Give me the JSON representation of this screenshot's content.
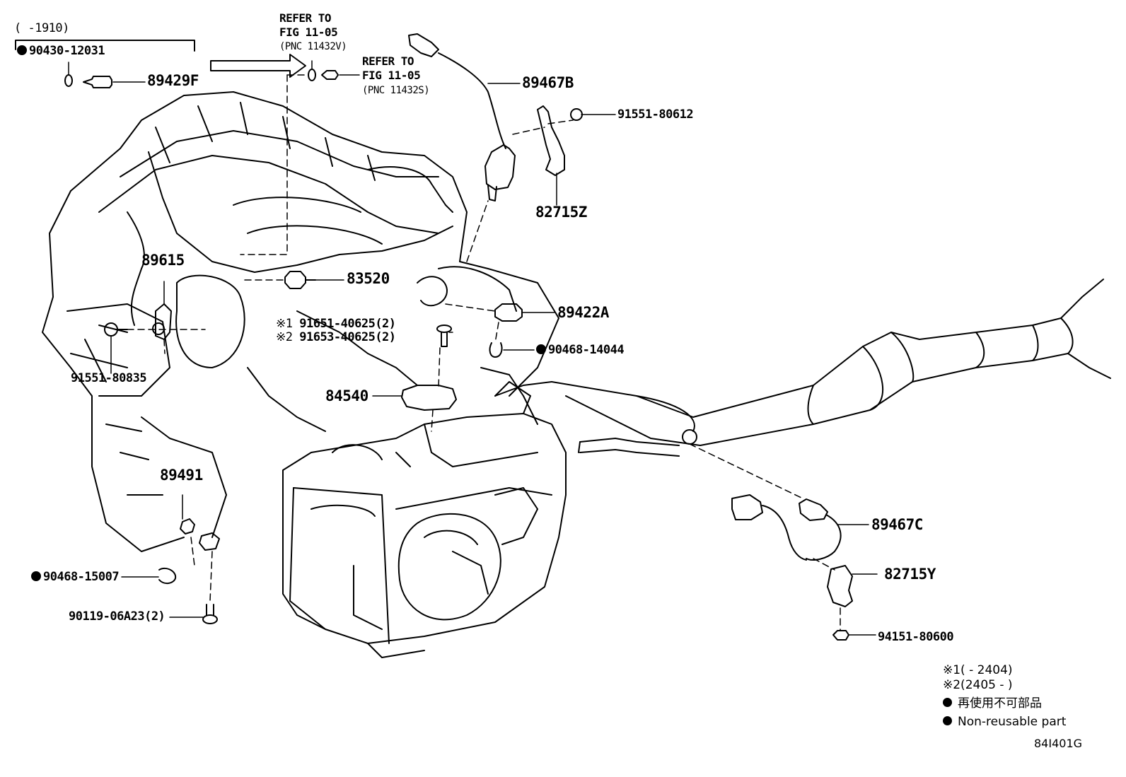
{
  "range_note": "(      -1910)",
  "part_90430": "90430-12031",
  "parts": {
    "p89429F": "89429F",
    "p89467B": "89467B",
    "p91551_80612": "91551-80612",
    "p82715Z": "82715Z",
    "p89615": "89615",
    "p83520": "83520",
    "p89422A": "89422A",
    "p91651": "91651-40625(2)",
    "p91653": "91653-40625(2)",
    "p90468_14044": "90468-14044",
    "p91551_80835": "91551-80835",
    "p84540": "84540",
    "p89491": "89491",
    "p90468_15007": "90468-15007",
    "p90119": "90119-06A23(2)",
    "p89467C": "89467C",
    "p82715Y": "82715Y",
    "p94151": "94151-80600"
  },
  "marks": {
    "m1": "※1",
    "m2": "※2"
  },
  "refer1": {
    "line1": "REFER TO",
    "line2": "FIG 11-05",
    "line3": "(PNC 11432V)"
  },
  "refer2": {
    "line1": "REFER TO",
    "line2": "FIG 11-05",
    "line3": "(PNC 11432S)"
  },
  "legend": {
    "note1": "※1(      - 2404)",
    "note2": "※2(2405 -      )",
    "jp": "再使用不可部品",
    "en": "Non-reusable part"
  },
  "figure_code": "84I401G"
}
